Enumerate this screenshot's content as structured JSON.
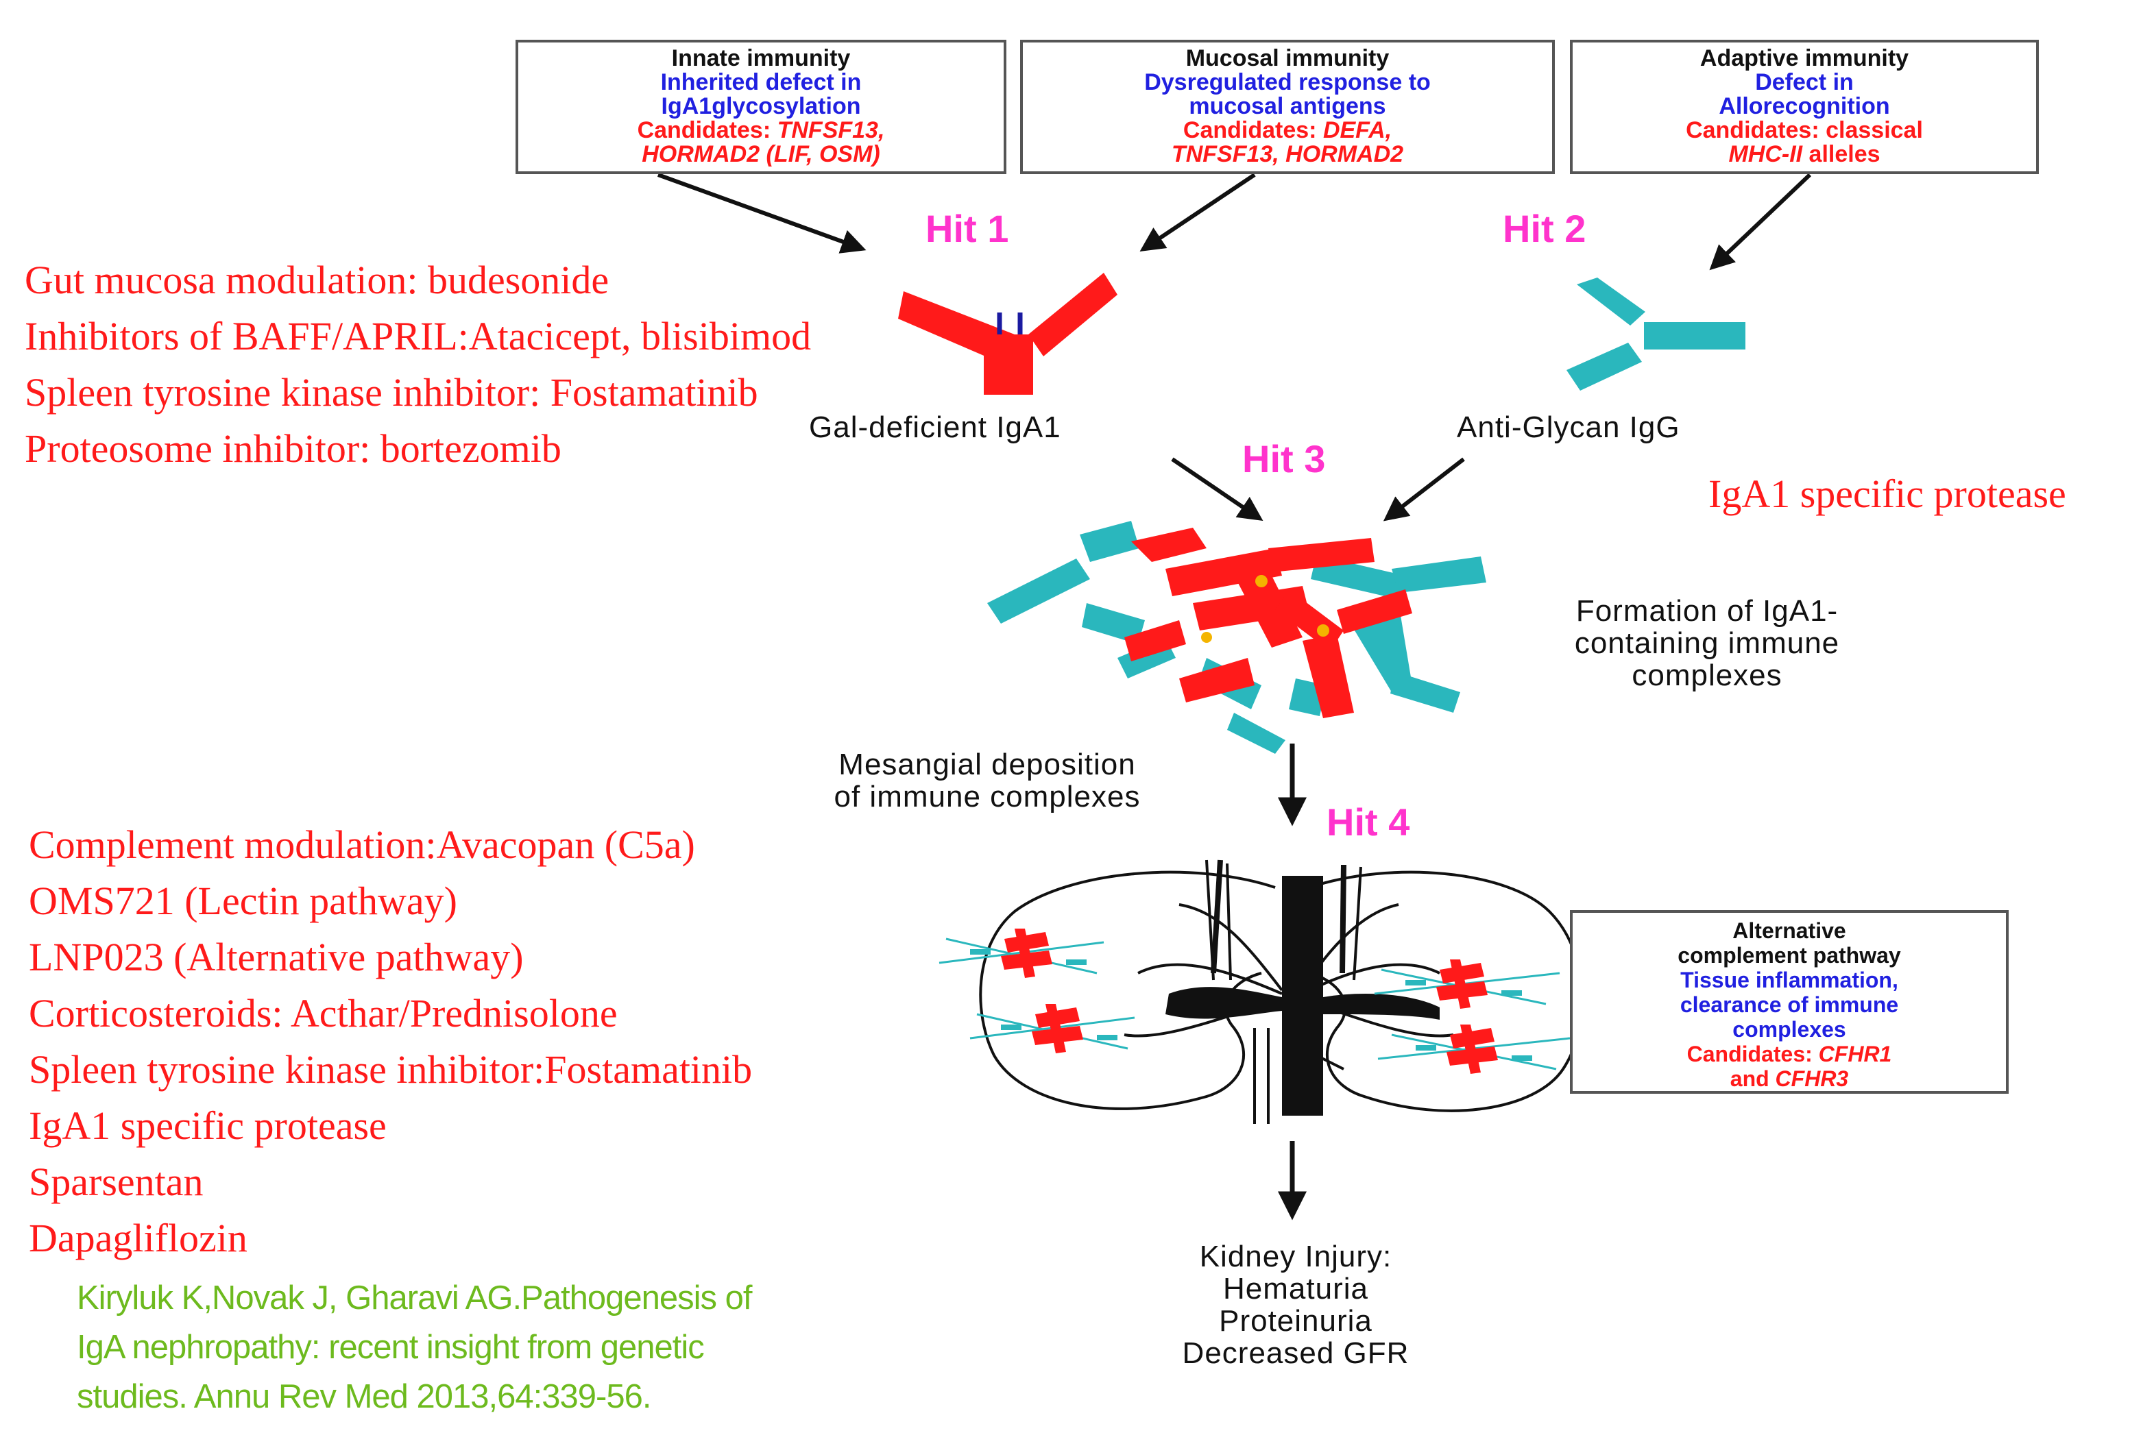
{
  "boxes": {
    "innate": {
      "title": "Innate immunity",
      "line1": "Inherited defect in",
      "line2": "IgA1glycosylation",
      "cand_prefix": "Candidates: ",
      "cand_genes": "TNFSF13,",
      "line4": "HORMAD2 (LIF, OSM)"
    },
    "mucosal": {
      "title": "Mucosal immunity",
      "line1": "Dysregulated response to",
      "line2": "mucosal antigens",
      "cand_prefix": "Candidates: ",
      "cand_genes": "DEFA,",
      "line4": "TNFSF13, HORMAD2"
    },
    "adaptive": {
      "title": "Adaptive immunity",
      "line1": "Defect in",
      "line2": "Allorecognition",
      "cand_prefix": "Candidates: classical",
      "line4_italic": "MHC-II",
      "line4_rest": " alleles"
    },
    "alternative": {
      "title1": "Alternative",
      "title2": "complement pathway",
      "line1": "Tissue inflammation,",
      "line2": "clearance of immune",
      "line3": "complexes",
      "cand_prefix": "Candidates: ",
      "cand_gene1": "CFHR1",
      "line5_and": "and ",
      "cand_gene2": "CFHR3"
    }
  },
  "hits": {
    "hit1": "Hit 1",
    "hit2": "Hit 2",
    "hit3": "Hit 3",
    "hit4": "Hit 4"
  },
  "labels": {
    "gal_deficient": "Gal-deficient IgA1",
    "anti_glycan": "Anti-Glycan IgG",
    "formation_1": "Formation of IgA1-",
    "formation_2": "containing immune",
    "formation_3": "complexes",
    "mesangial_1": "Mesangial deposition",
    "mesangial_2": "of immune complexes",
    "injury_1": "Kidney Injury:",
    "injury_2": "Hematuria",
    "injury_3": "Proteinuria",
    "injury_4": "Decreased GFR"
  },
  "therapies_top": [
    "Gut mucosa modulation: budesonide",
    "Inhibitors of BAFF/APRIL:Atacicept, blisibimod",
    "Spleen tyrosine kinase inhibitor: Fostamatinib",
    "Proteosome inhibitor: bortezomib"
  ],
  "therapy_right": "IgA1 specific protease",
  "therapies_bottom": [
    "Complement modulation:Avacopan (C5a)",
    "OMS721 (Lectin pathway)",
    "LNP023 (Alternative pathway)",
    "Corticosteroids: Acthar/Prednisolone",
    "Spleen tyrosine kinase inhibitor:Fostamatinib",
    "IgA1 specific protease",
    "Sparsentan",
    "Dapagliflozin"
  ],
  "citation": {
    "line1": "Kiryluk K,Novak J, Gharavi AG.Pathogenesis of",
    "line2": "IgA nephropathy: recent insight from genetic",
    "line3": "studies. Annu Rev Med 2013,64:339-56."
  },
  "colors": {
    "iga1_red": "#ff1a1a",
    "igg_teal": "#2ab7bd",
    "hit_magenta": "#ff33cc",
    "box_blue": "#2020e0",
    "citation_green": "#6dba1e"
  }
}
